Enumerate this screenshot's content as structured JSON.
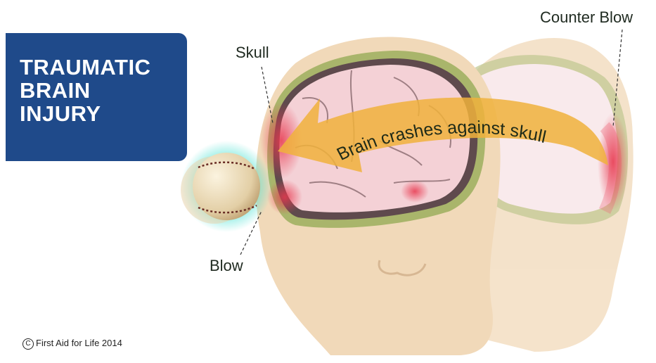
{
  "title": {
    "lines": [
      "TRAUMATIC",
      "BRAIN",
      "INJURY"
    ]
  },
  "labels": {
    "skull": "Skull",
    "counter_blow": "Counter Blow",
    "blow": "Blow",
    "arrow_text": "Brain crashes against skull"
  },
  "copyright": {
    "symbol": "C",
    "text": "First Aid for Life 2014"
  },
  "colors": {
    "title_bg": "#1f4a8a",
    "skin": "#f1d9b9",
    "skull_band": "#a9b56b",
    "brain": "#f4d1d6",
    "impact": "#e8384f",
    "arrow": "#f0b23c"
  }
}
